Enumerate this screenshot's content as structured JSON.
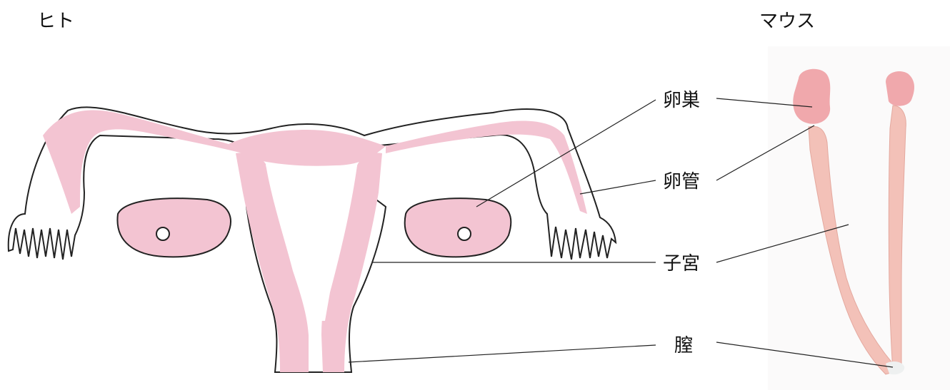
{
  "headers": {
    "human": "ヒト",
    "mouse": "マウス"
  },
  "labels": {
    "ovary": "卵巣",
    "oviduct": "卵管",
    "uterus": "子宮",
    "vagina": "膣"
  },
  "colors": {
    "tissue_pink": "#f3c4d2",
    "mouse_tissue": "#f0b8b0",
    "line": "#222222"
  }
}
